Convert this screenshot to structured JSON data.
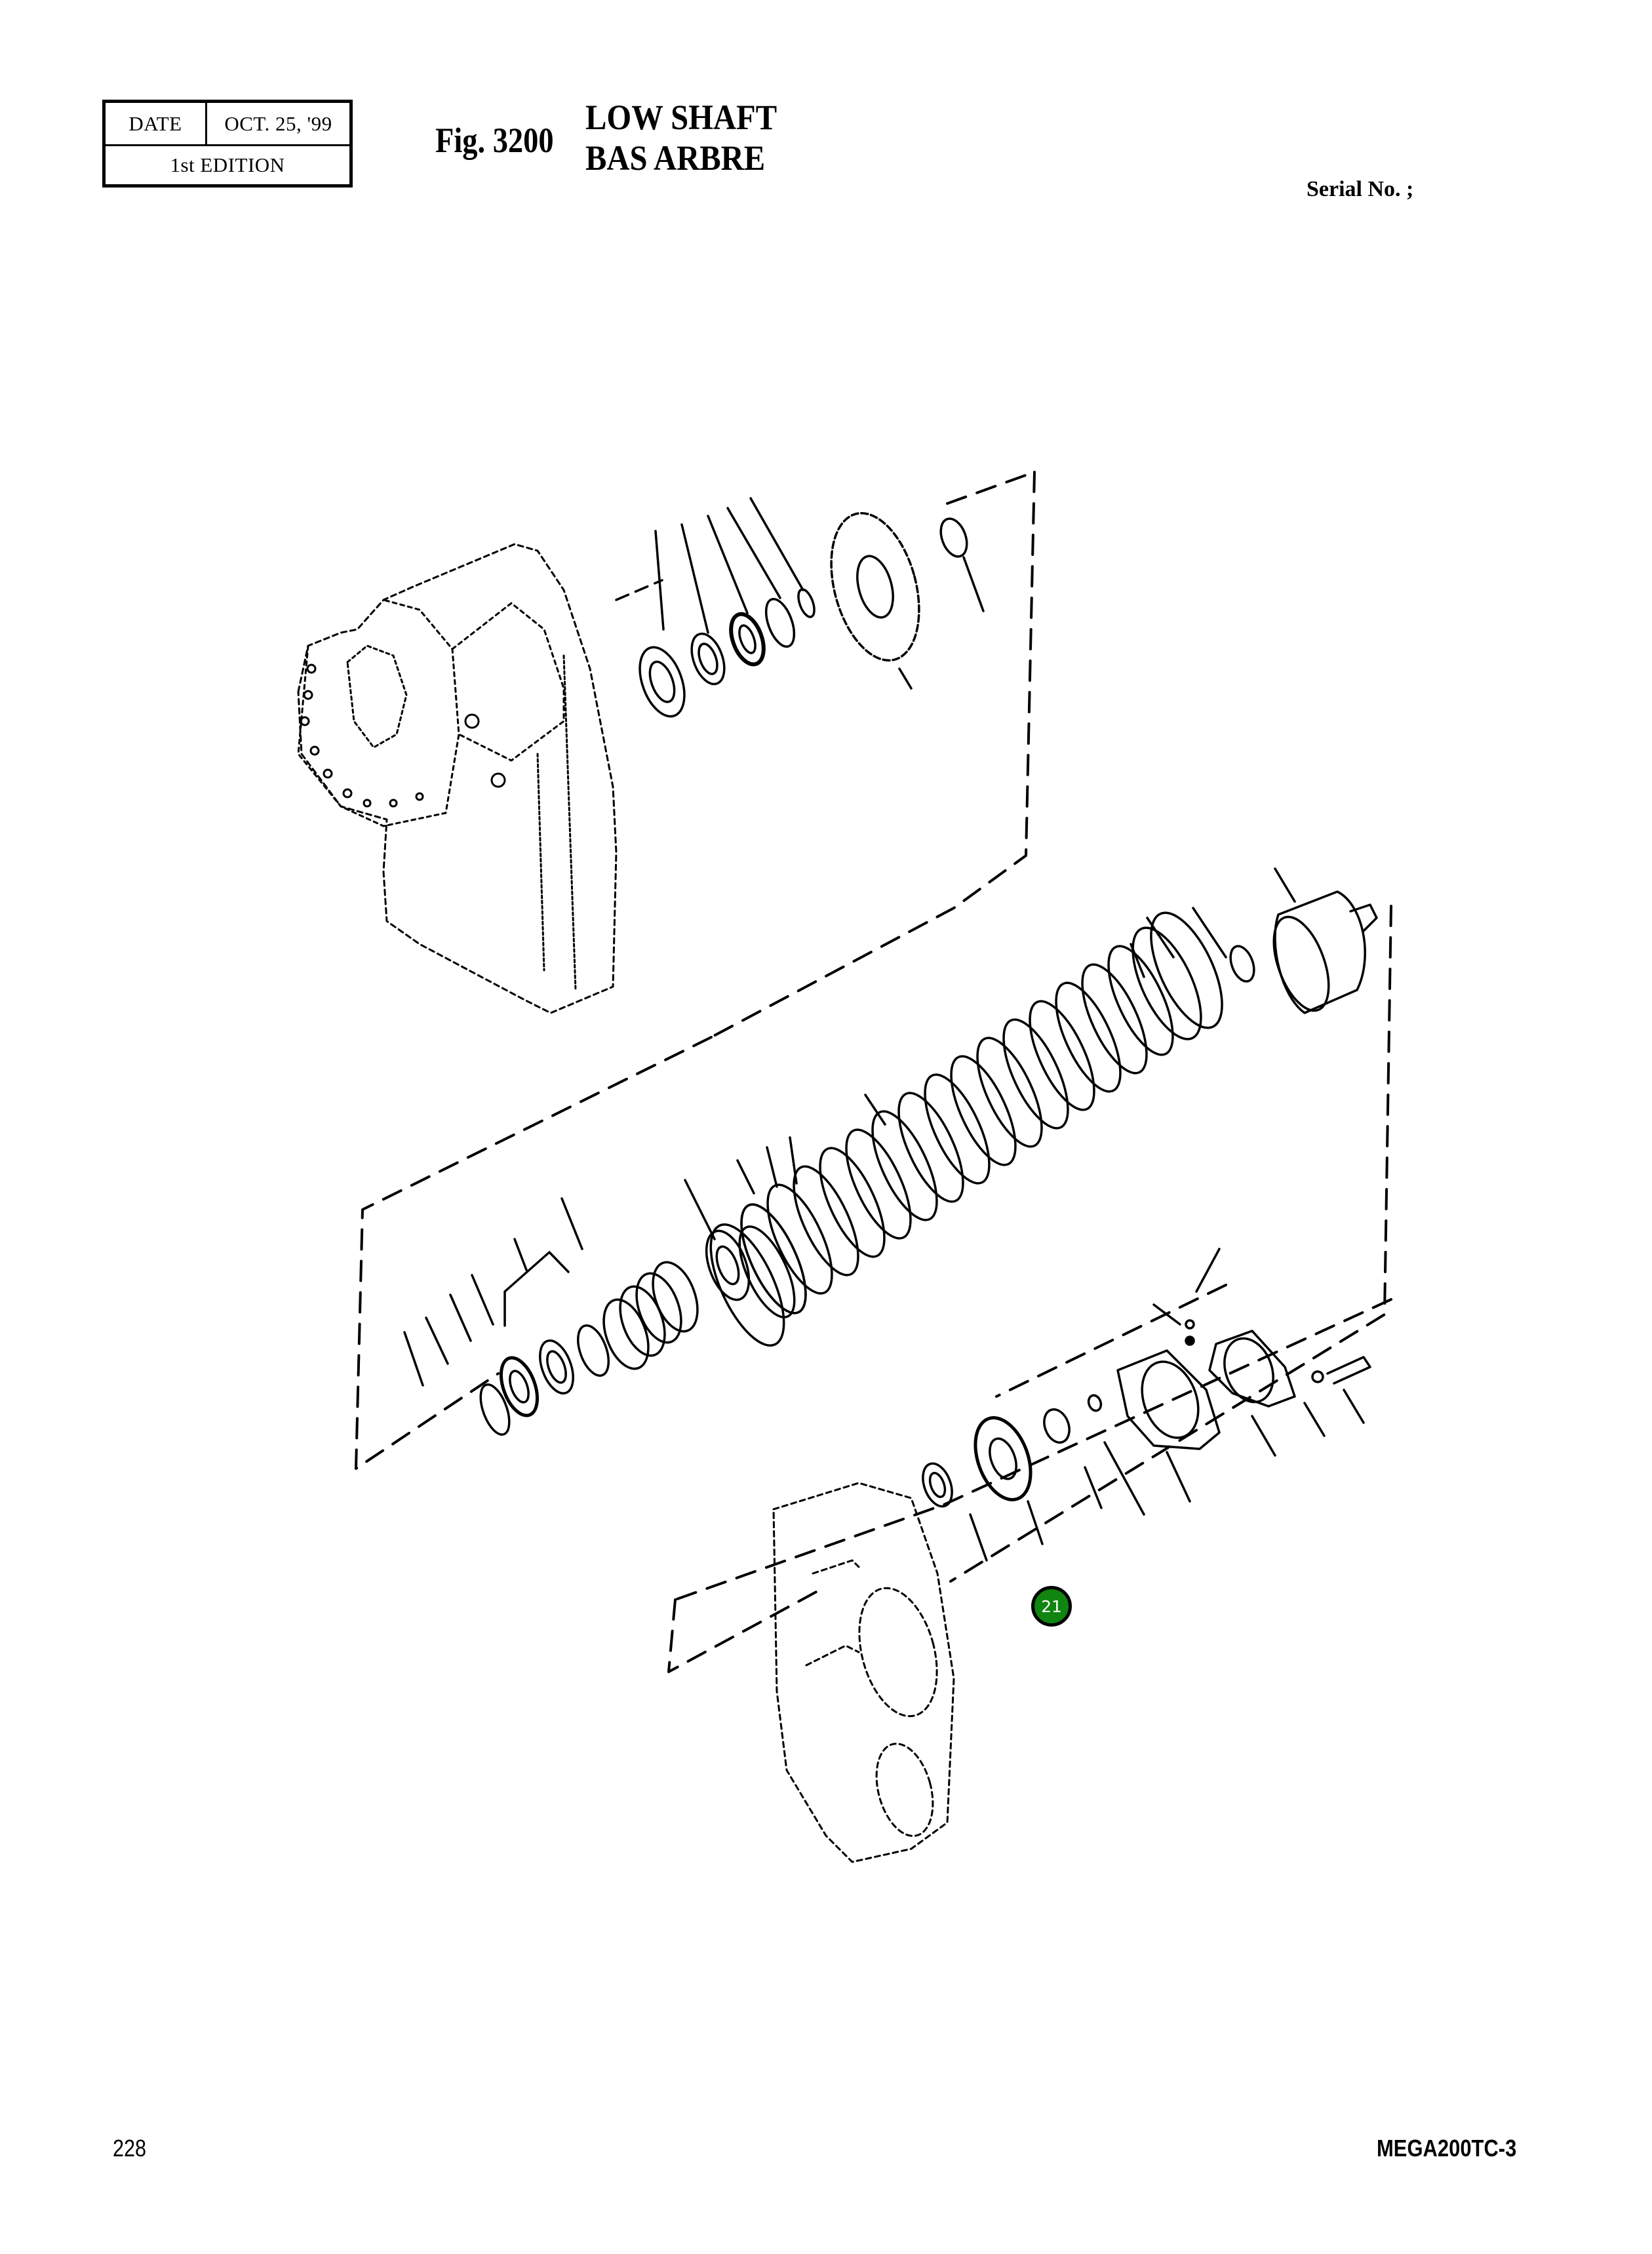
{
  "header": {
    "date_label": "DATE",
    "date_value": "OCT. 25, '99",
    "edition": "1st EDITION",
    "figure_number": "Fig. 3200",
    "title_en": "LOW SHAFT",
    "title_fr": "BAS ARBRE",
    "serial_label": "Serial No. ;"
  },
  "diagram": {
    "description": "Exploded parts diagram of low shaft assembly",
    "highlighted_callout": "21",
    "callout_color": "#108510"
  },
  "footer": {
    "page_number": "228",
    "document_code": "MEGA200TC-3"
  }
}
